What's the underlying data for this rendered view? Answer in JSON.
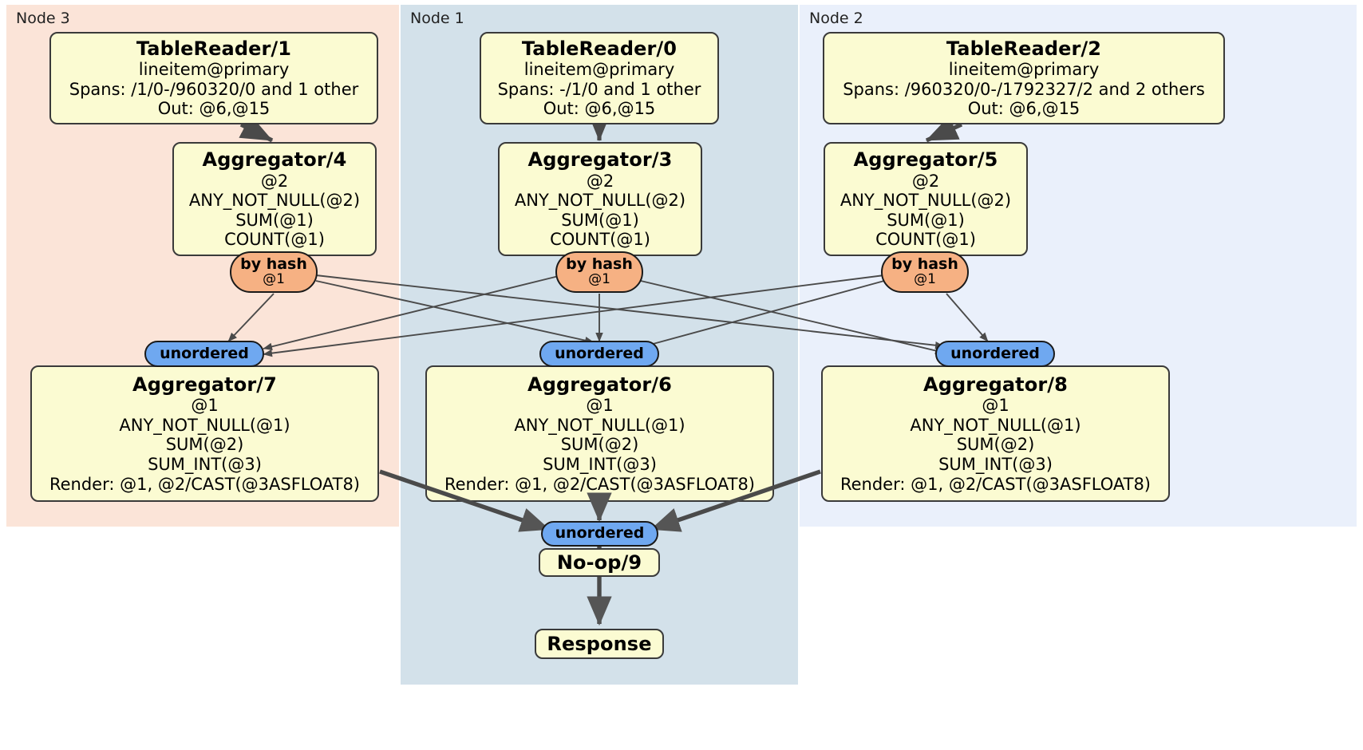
{
  "diagram": {
    "type": "distributed-query-plan",
    "colors": {
      "node3_panel": "#fbe4d8",
      "node1_panel": "#d3e1ea",
      "node2_panel": "#eaf0fb",
      "process_box": "#fbfbd2",
      "hash_router": "#f6b183",
      "unordered_synchronizer": "#6fa8f0",
      "edge": "#4a4a4a"
    }
  },
  "panels": [
    {
      "id": "node3",
      "label": "Node 3"
    },
    {
      "id": "node1",
      "label": "Node 1"
    },
    {
      "id": "node2",
      "label": "Node 2"
    }
  ],
  "boxes": {
    "tablereader1": {
      "title": "TableReader/1",
      "lines": [
        "lineitem@primary",
        "Spans: /1/0-/960320/0 and 1 other",
        "Out: @6,@15"
      ]
    },
    "tablereader0": {
      "title": "TableReader/0",
      "lines": [
        "lineitem@primary",
        "Spans: -/1/0 and 1 other",
        "Out: @6,@15"
      ]
    },
    "tablereader2": {
      "title": "TableReader/2",
      "lines": [
        "lineitem@primary",
        "Spans: /960320/0-/1792327/2 and 2 others",
        "Out: @6,@15"
      ]
    },
    "aggregator4": {
      "title": "Aggregator/4",
      "lines": [
        "@2",
        "ANY_NOT_NULL(@2)",
        "SUM(@1)",
        "COUNT(@1)"
      ]
    },
    "aggregator3": {
      "title": "Aggregator/3",
      "lines": [
        "@2",
        "ANY_NOT_NULL(@2)",
        "SUM(@1)",
        "COUNT(@1)"
      ]
    },
    "aggregator5": {
      "title": "Aggregator/5",
      "lines": [
        "@2",
        "ANY_NOT_NULL(@2)",
        "SUM(@1)",
        "COUNT(@1)"
      ]
    },
    "aggregator7": {
      "title": "Aggregator/7",
      "lines": [
        "@1",
        "ANY_NOT_NULL(@1)",
        "SUM(@2)",
        "SUM_INT(@3)",
        "Render: @1, @2/CAST(@3ASFLOAT8)"
      ]
    },
    "aggregator6": {
      "title": "Aggregator/6",
      "lines": [
        "@1",
        "ANY_NOT_NULL(@1)",
        "SUM(@2)",
        "SUM_INT(@3)",
        "Render: @1, @2/CAST(@3ASFLOAT8)"
      ]
    },
    "aggregator8": {
      "title": "Aggregator/8",
      "lines": [
        "@1",
        "ANY_NOT_NULL(@1)",
        "SUM(@2)",
        "SUM_INT(@3)",
        "Render: @1, @2/CAST(@3ASFLOAT8)"
      ]
    },
    "noop9": {
      "title": "No-op/9",
      "lines": []
    },
    "response": {
      "title": "Response",
      "lines": []
    }
  },
  "routers": {
    "hash_left": {
      "label": "by hash",
      "sublabel": "@1"
    },
    "hash_center": {
      "label": "by hash",
      "sublabel": "@1"
    },
    "hash_right": {
      "label": "by hash",
      "sublabel": "@1"
    },
    "unordered_left": {
      "label": "unordered"
    },
    "unordered_center": {
      "label": "unordered"
    },
    "unordered_right": {
      "label": "unordered"
    },
    "unordered_final": {
      "label": "unordered"
    }
  }
}
